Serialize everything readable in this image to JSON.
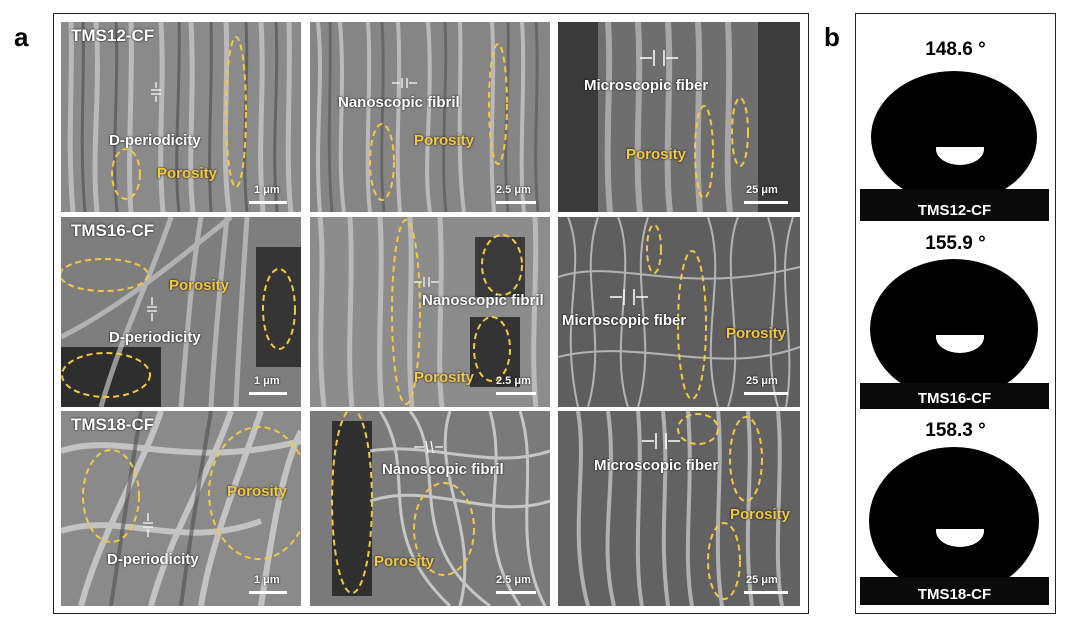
{
  "panels": {
    "a_letter": "a",
    "b_letter": "b"
  },
  "sem_rows": [
    {
      "sample": "TMS12-CF",
      "cells": [
        {
          "labels": {
            "white": "D-periodicity",
            "yellow": "Porosity"
          },
          "scale": "1 μm"
        },
        {
          "labels": {
            "white": "Nanoscopic fibril",
            "yellow": "Porosity"
          },
          "scale": "2.5 μm"
        },
        {
          "labels": {
            "white": "Microscopic fiber",
            "yellow": "Porosity"
          },
          "scale": "25 μm"
        }
      ]
    },
    {
      "sample": "TMS16-CF",
      "cells": [
        {
          "labels": {
            "white": "D-periodicity",
            "yellow": "Porosity"
          },
          "scale": "1 μm"
        },
        {
          "labels": {
            "white": "Nanoscopic fibril",
            "yellow": "Porosity"
          },
          "scale": "2.5 μm"
        },
        {
          "labels": {
            "white": "Microscopic fiber",
            "yellow": "Porosity"
          },
          "scale": "25 μm"
        }
      ]
    },
    {
      "sample": "TMS18-CF",
      "cells": [
        {
          "labels": {
            "white": "D-periodicity",
            "yellow": "Porosity"
          },
          "scale": "1 μm"
        },
        {
          "labels": {
            "white": "Nanoscopic fibril",
            "yellow": "Porosity"
          },
          "scale": "2.5 μm"
        },
        {
          "labels": {
            "white": "Microscopic fiber",
            "yellow": "Porosity"
          },
          "scale": "25 μm"
        }
      ]
    }
  ],
  "contact_angles": [
    {
      "angle": "148.6 °",
      "sample": "TMS12-CF"
    },
    {
      "angle": "155.9 °",
      "sample": "TMS16-CF"
    },
    {
      "angle": "158.3 °",
      "sample": "TMS18-CF"
    }
  ],
  "colors": {
    "annotation_yellow": "#f5c842",
    "annotation_white": "#ffffff"
  }
}
